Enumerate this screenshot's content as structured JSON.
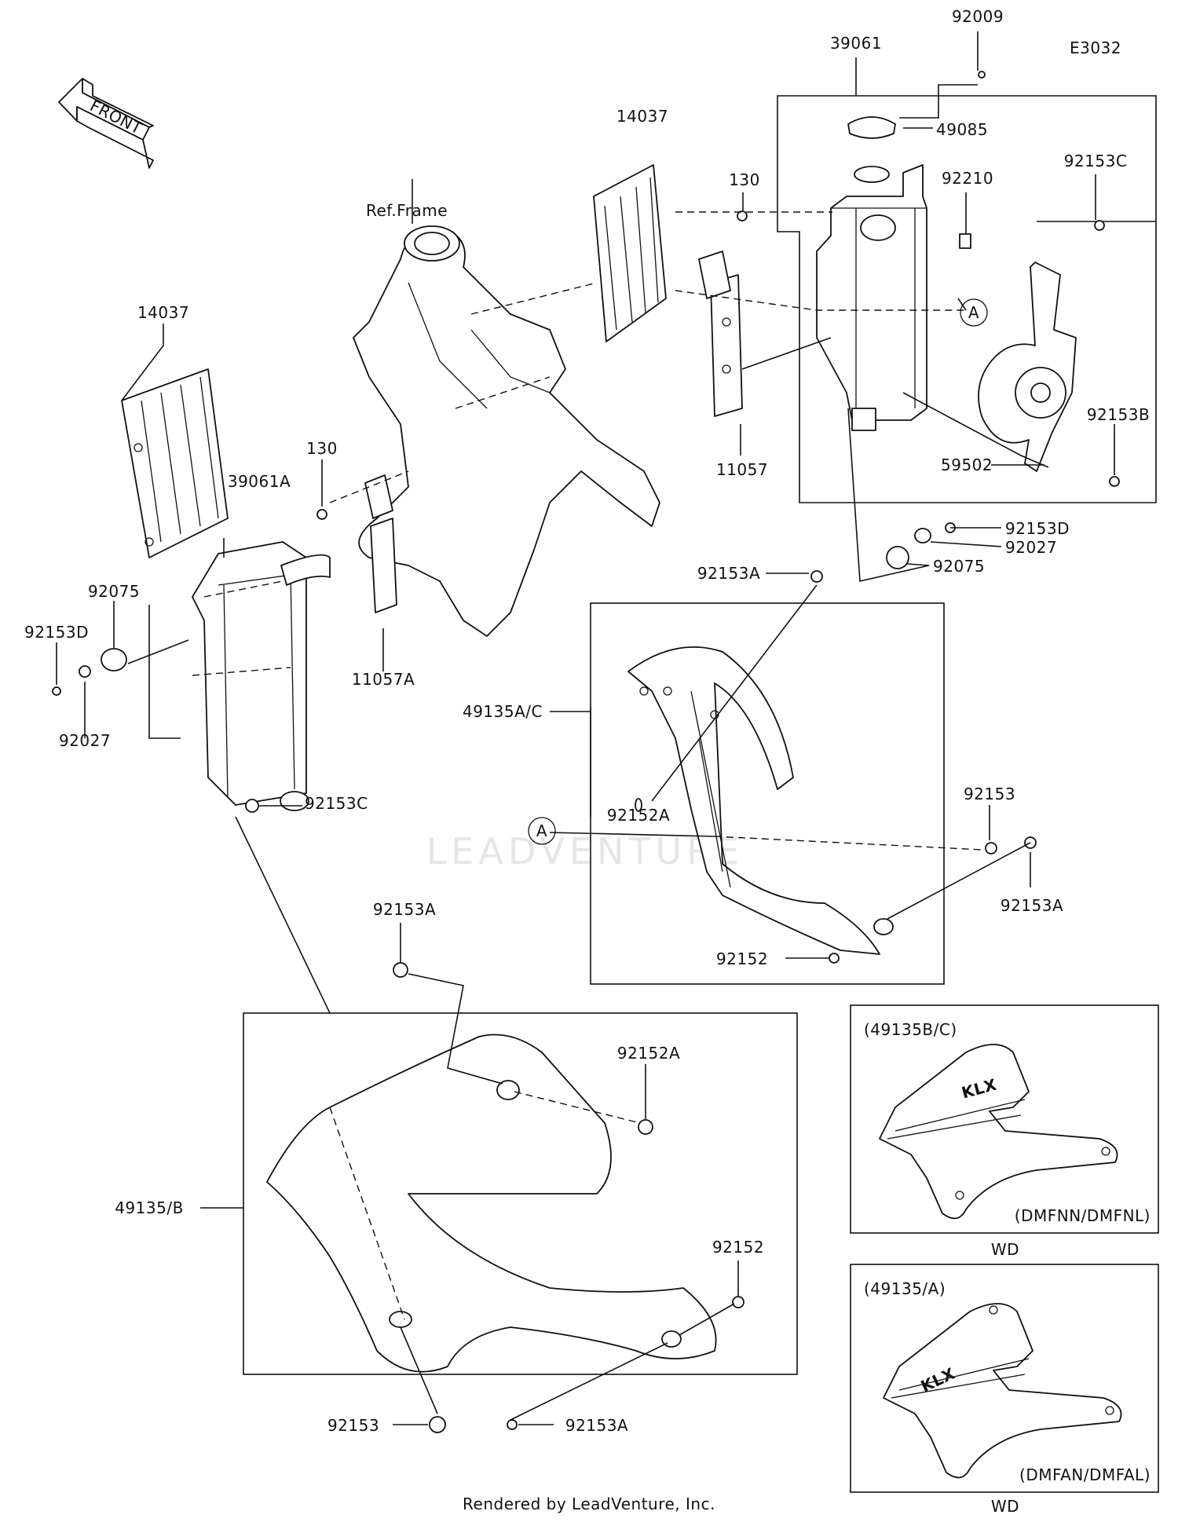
{
  "diagram_code": "E3032",
  "front_label": "FRONT",
  "ref_frame_label": "Ref.Frame",
  "footer": "Rendered by LeadVenture, Inc.",
  "watermark": "LEADVENTURE",
  "callout_letter": "A",
  "parts": {
    "p39061": "39061",
    "p92009": "92009",
    "p49085": "49085",
    "p92210": "92210",
    "p92153C_top": "92153C",
    "p14037_top": "14037",
    "p130_top": "130",
    "p11057": "11057",
    "p59502": "59502",
    "p92153B": "92153B",
    "p92153D_right": "92153D",
    "p92027_right": "92027",
    "p92075_right": "92075",
    "p14037_left": "14037",
    "p39061A": "39061A",
    "p130_left": "130",
    "p11057A": "11057A",
    "p92075_left": "92075",
    "p92153D_left": "92153D",
    "p92027_left": "92027",
    "p92153C_left": "92153C",
    "p92153A_top": "92153A",
    "p49135AC": "49135A/C",
    "p92152A_mid": "92152A",
    "p92153_mid": "92153",
    "p92153A_right": "92153A",
    "p92152_mid": "92152",
    "p92153A_lower": "92153A",
    "p92152A_lower": "92152A",
    "p49135B": "49135/B",
    "p92152_lower": "92152",
    "p92153_bottom": "92153",
    "p92153A_bottom": "92153A"
  },
  "variants": [
    {
      "title": "(49135B/C)",
      "decal": "KLX",
      "model": "(DMFNN/DMFNL)",
      "tag": "WD"
    },
    {
      "title": "(49135/A)",
      "decal": "KLX",
      "model": "(DMFAN/DMFAL)",
      "tag": "WD"
    }
  ]
}
